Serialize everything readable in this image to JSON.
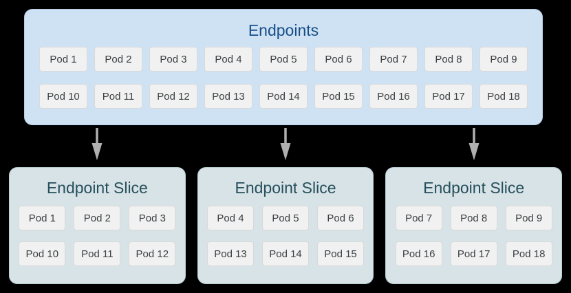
{
  "endpoints": {
    "title": "Endpoints",
    "pods": [
      "Pod 1",
      "Pod 2",
      "Pod 3",
      "Pod 4",
      "Pod 5",
      "Pod 6",
      "Pod 7",
      "Pod 8",
      "Pod 9",
      "Pod 10",
      "Pod 11",
      "Pod 12",
      "Pod 13",
      "Pod 14",
      "Pod 15",
      "Pod 16",
      "Pod 17",
      "Pod 18"
    ]
  },
  "slices": [
    {
      "title": "Endpoint Slice",
      "pods": [
        "Pod 1",
        "Pod 2",
        "Pod 3",
        "Pod 10",
        "Pod 11",
        "Pod 12"
      ]
    },
    {
      "title": "Endpoint Slice",
      "pods": [
        "Pod 4",
        "Pod 5",
        "Pod 6",
        "Pod 13",
        "Pod 14",
        "Pod 15"
      ]
    },
    {
      "title": "Endpoint Slice",
      "pods": [
        "Pod 7",
        "Pod 8",
        "Pod 9",
        "Pod 16",
        "Pod 17",
        "Pod 18"
      ]
    }
  ],
  "arrows": {
    "icon": "down-arrow-icon",
    "count": 3
  },
  "colors": {
    "background": "#000000",
    "endpoints_box_fill": "#cfe2f4",
    "endpoints_box_border": "#b5cfe8",
    "endpoints_title_text": "#174e87",
    "slice_box_fill": "#d7e3e6",
    "slice_box_border": "#b7cdd1",
    "slice_title_text": "#264f5c",
    "pod_fill": "#f1f1f1",
    "pod_border": "#d9d9d9",
    "pod_text": "#3c4043",
    "arrow": "#b0b0b0"
  }
}
